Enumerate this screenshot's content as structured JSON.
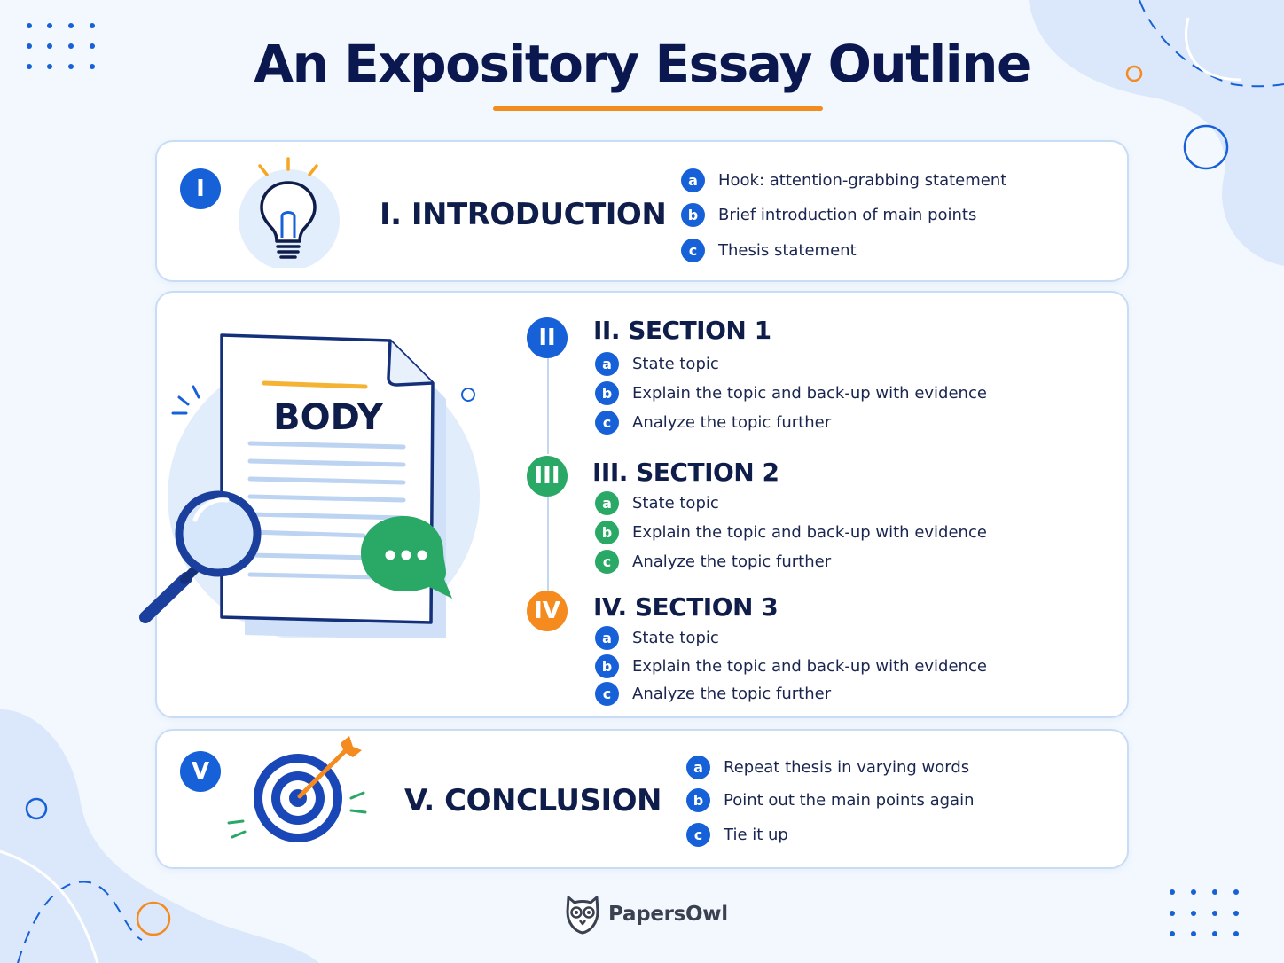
{
  "title": "An Expository Essay Outline",
  "colors": {
    "navy": "#0b1850",
    "blue": "#1660d8",
    "green": "#2aa866",
    "orange": "#f58a1f",
    "accent_underline": "#f28c1c"
  },
  "intro": {
    "numeral": "I",
    "heading": "I. INTRODUCTION",
    "icon": "lightbulb-icon",
    "items": [
      {
        "letter": "a",
        "text": "Hook: attention-grabbing statement"
      },
      {
        "letter": "b",
        "text": "Brief introduction of main points"
      },
      {
        "letter": "c",
        "text": "Thesis statement"
      }
    ]
  },
  "body": {
    "illustration_label": "BODY",
    "icons": [
      "document-icon",
      "magnifier-icon",
      "chat-bubble-icon"
    ],
    "sections": [
      {
        "numeral": "II",
        "color": "blue",
        "heading": "II. SECTION 1",
        "items": [
          {
            "letter": "a",
            "text": "State topic"
          },
          {
            "letter": "b",
            "text": "Explain the topic and back-up with evidence"
          },
          {
            "letter": "c",
            "text": "Analyze the topic further"
          }
        ]
      },
      {
        "numeral": "III",
        "color": "green",
        "heading": "III. SECTION 2",
        "items": [
          {
            "letter": "a",
            "text": "State topic"
          },
          {
            "letter": "b",
            "text": "Explain the topic and back-up with evidence"
          },
          {
            "letter": "c",
            "text": "Analyze the topic further"
          }
        ]
      },
      {
        "numeral": "IV",
        "color": "orange",
        "heading": "IV. SECTION 3",
        "items": [
          {
            "letter": "a",
            "text": "State topic"
          },
          {
            "letter": "b",
            "text": "Explain the topic and back-up with evidence"
          },
          {
            "letter": "c",
            "text": "Analyze the topic further"
          }
        ]
      }
    ]
  },
  "conclusion": {
    "numeral": "V",
    "heading": "V. CONCLUSION",
    "icon": "target-icon",
    "items": [
      {
        "letter": "a",
        "text": "Repeat thesis in varying words"
      },
      {
        "letter": "b",
        "text": "Point out the main points again"
      },
      {
        "letter": "c",
        "text": "Tie it up"
      }
    ]
  },
  "brand": {
    "name": "PapersOwl",
    "icon": "owl-logo-icon"
  }
}
